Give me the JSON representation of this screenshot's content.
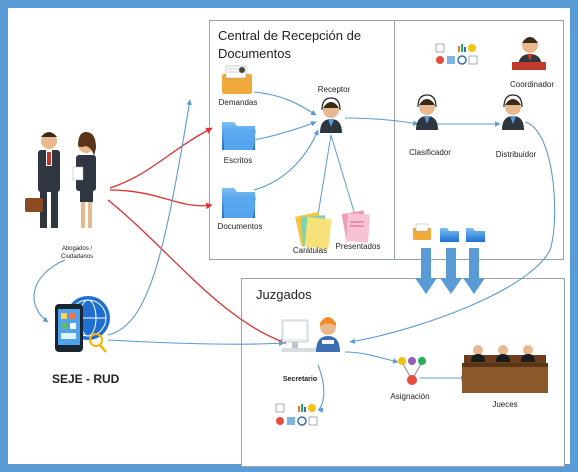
{
  "central": {
    "title_line1": "Central de Recepción de",
    "title_line2": "Documentos",
    "receptor": "Receptor",
    "demandas": "Demandas",
    "escritos": "Escritos",
    "documentos": "Documentos",
    "caratulas": "Carátulas",
    "presentados": "Presentados",
    "clasificador": "Clasificador",
    "distribuidor": "Distribuidor",
    "coordinador": "Coordinador"
  },
  "actors": {
    "abogados_line1": "Abogados /",
    "abogados_line2": "Ciudadanos"
  },
  "system": {
    "name": "SEJE - RUD"
  },
  "juzgados": {
    "title": "Juzgados",
    "secretario": "Secretario",
    "asignacion": "Asignación",
    "jueces": "Jueces"
  },
  "colors": {
    "frame": "#5b9bd5",
    "arrow_blue": "#5b9bd5",
    "arrow_red": "#e03030",
    "folder": "#3a8ee6"
  }
}
